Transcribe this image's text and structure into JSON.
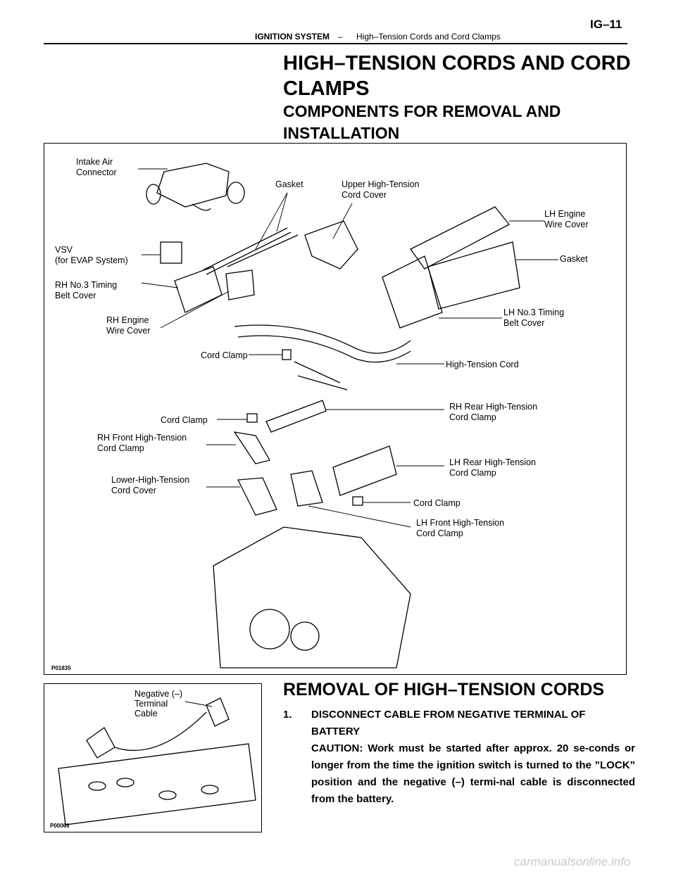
{
  "header": {
    "section": "IGNITION SYSTEM",
    "separator": "–",
    "topic": "High–Tension Cords and Cord Clamps",
    "page": "IG–11"
  },
  "title": {
    "line1": "HIGH–TENSION CORDS AND CORD",
    "line2": "CLAMPS"
  },
  "subtitle": {
    "line1": "COMPONENTS FOR REMOVAL AND",
    "line2": "INSTALLATION"
  },
  "figure1": {
    "code": "P01835",
    "labels": {
      "intake_1": "Intake Air",
      "intake_2": "Connector",
      "vsv_1": "VSV",
      "vsv_2": "(for EVAP System)",
      "rh_timing_1": "RH No.3 Timing",
      "rh_timing_2": "Belt Cover",
      "rh_engine_1": "RH Engine",
      "rh_engine_2": "Wire Cover",
      "gasket_top": "Gasket",
      "upper_cover_1": "Upper High-Tension",
      "upper_cover_2": "Cord Cover",
      "lh_engine_1": "LH Engine",
      "lh_engine_2": "Wire Cover",
      "gasket_right": "Gasket",
      "lh_timing_1": "LH No.3 Timing",
      "lh_timing_2": "Belt Cover",
      "cord_clamp_a": "Cord Clamp",
      "high_tension_cord": "High-Tension Cord",
      "rh_rear_1": "RH Rear High-Tension",
      "rh_rear_2": "Cord Clamp",
      "cord_clamp_b": "Cord Clamp",
      "rh_front_1": "RH Front High-Tension",
      "rh_front_2": "Cord Clamp",
      "lh_rear_1": "LH Rear High-Tension",
      "lh_rear_2": "Cord Clamp",
      "lower_cover_1": "Lower-High-Tension",
      "lower_cover_2": "Cord Cover",
      "cord_clamp_c": "Cord Clamp",
      "lh_front_1": "LH Front High-Tension",
      "lh_front_2": "Cord Clamp"
    }
  },
  "figure2": {
    "code": "P00066",
    "labels": {
      "neg_1": "Negative (–)",
      "neg_2": "Terminal",
      "neg_3": "Cable"
    }
  },
  "section": {
    "heading": "REMOVAL OF HIGH–TENSION CORDS",
    "step_number": "1.",
    "step_title_1": "DISCONNECT CABLE FROM NEGATIVE TERMINAL OF",
    "step_title_2": "BATTERY",
    "caution": "CAUTION: Work must be started after approx. 20 se-conds or longer from the time the ignition switch is turned to the ”LOCK” position and the negative (–) termi-nal cable is disconnected from the battery."
  },
  "watermark": "carmanualsonline.info"
}
